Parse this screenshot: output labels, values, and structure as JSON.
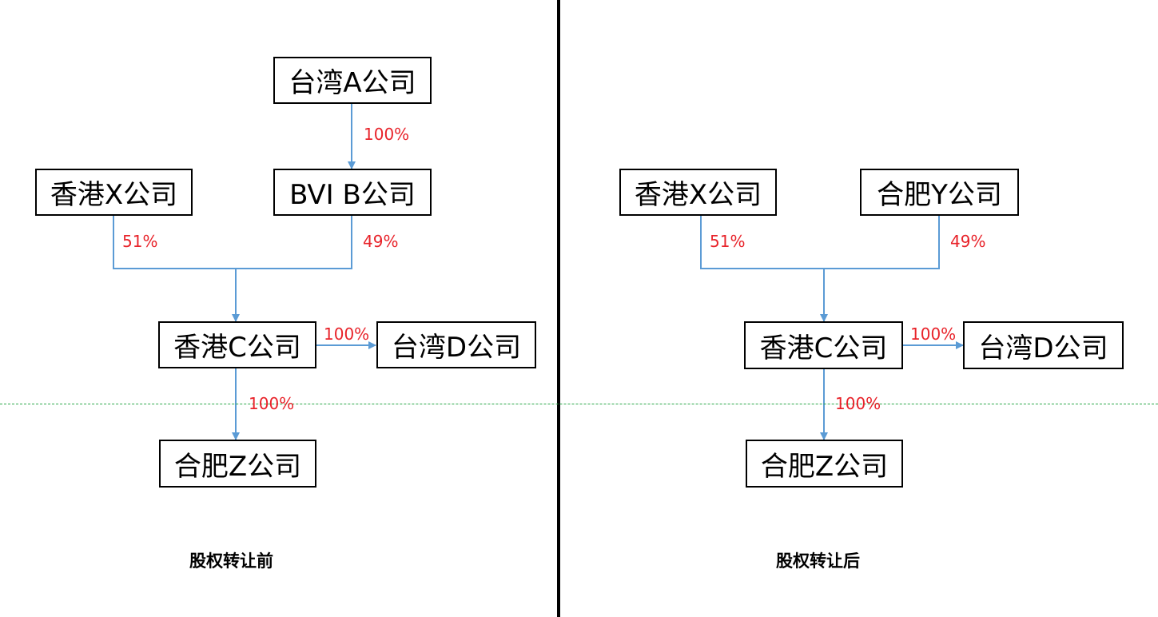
{
  "before": {
    "caption": "股权转让前",
    "companies": {
      "tw_a": "台湾A公司",
      "bvi_b": "BVI B公司",
      "hk_x": "香港X公司",
      "hk_c": "香港C公司",
      "tw_d": "台湾D公司",
      "hf_z": "合肥Z公司"
    },
    "percentages": {
      "a_to_b": "100%",
      "x_to_c": "51%",
      "b_to_c": "49%",
      "c_to_d": "100%",
      "c_to_z": "100%"
    }
  },
  "after": {
    "caption": "股权转让后",
    "companies": {
      "hk_x": "香港X公司",
      "hf_y": "合肥Y公司",
      "hk_c": "香港C公司",
      "tw_d": "台湾D公司",
      "hf_z": "合肥Z公司"
    },
    "percentages": {
      "x_to_c": "51%",
      "y_to_c": "49%",
      "c_to_d": "100%",
      "c_to_z": "100%"
    }
  },
  "colors": {
    "line": "#5b9bd5",
    "percent_text": "#e8232a",
    "dashed_line": "#2ca84a"
  }
}
